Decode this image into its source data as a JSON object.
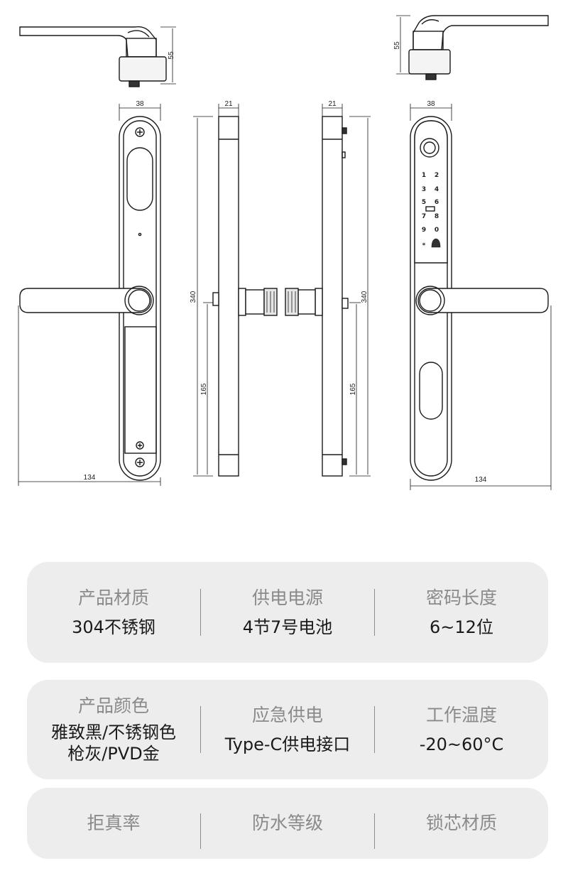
{
  "dimensions": {
    "handle_height": "55",
    "panel_width": "38",
    "side_thickness": "21",
    "total_height": "340",
    "handle_center_height": "165",
    "overall_width": "134"
  },
  "keypad": {
    "keys": [
      "1",
      "2",
      "3",
      "4",
      "5",
      "6",
      "7",
      "8",
      "9",
      "0",
      "*"
    ]
  },
  "specs": [
    [
      {
        "label": "产品材质",
        "value": [
          "304不锈钢"
        ]
      },
      {
        "label": "供电电源",
        "value": [
          "4节7号电池"
        ]
      },
      {
        "label": "密码长度",
        "value": [
          "6~12位"
        ]
      }
    ],
    [
      {
        "label": "产品颜色",
        "value": [
          "雅致黑/不锈钢色",
          "枪灰/PVD金"
        ]
      },
      {
        "label": "应急供电",
        "value": [
          "Type-C供电接口"
        ]
      },
      {
        "label": "工作温度",
        "value": [
          "-20~60°C"
        ]
      }
    ],
    [
      {
        "label": "拒真率",
        "value": []
      },
      {
        "label": "防水等级",
        "value": []
      },
      {
        "label": "锁芯材质",
        "value": []
      }
    ]
  ]
}
